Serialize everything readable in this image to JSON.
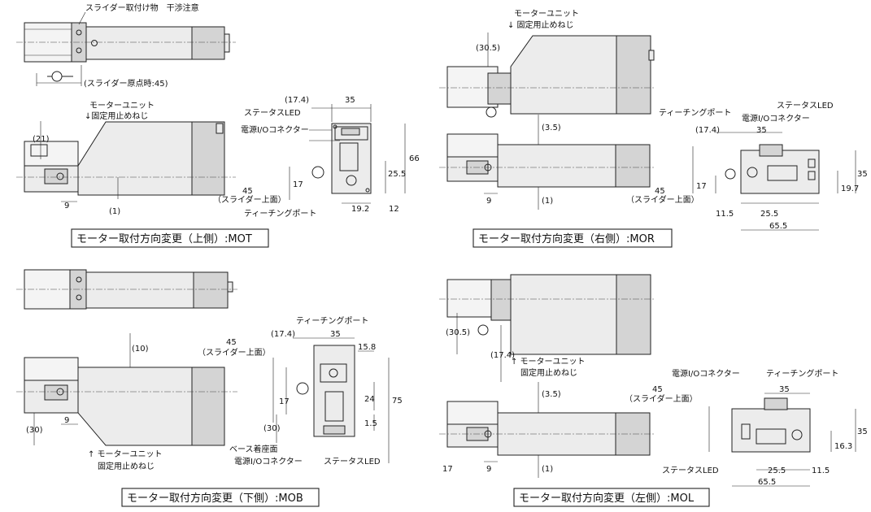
{
  "views": [
    {
      "id": "mot",
      "title": "モーター取付方向変更（上側）:MOT",
      "notes": [
        "スライダー取付け物　干渉注意",
        "(スライダー原点時:45)",
        "モーターユニット",
        "↓固定用止めねじ",
        "ステータスLED",
        "電源I/Oコネクター",
        "ティーチングポート",
        "45",
        "（スライダー上面）"
      ],
      "dims": [
        "(17.4)",
        "35",
        "66",
        "25.5",
        "17",
        "(21)",
        "9",
        "(1)",
        "19.2",
        "12"
      ]
    },
    {
      "id": "mor",
      "title": "モーター取付方向変更（右側）:MOR",
      "notes": [
        "モーターユニット",
        "↓ 固定用止めねじ",
        "ティーチングポート",
        "電源I/Oコネクター",
        "ステータスLED",
        "45",
        "（スライダー上面）"
      ],
      "dims": [
        "(30.5)",
        "(3.5)",
        "(17.4)",
        "35",
        "17",
        "9",
        "(1)",
        "11.5",
        "25.5",
        "65.5",
        "19.7",
        "35"
      ]
    },
    {
      "id": "mob",
      "title": "モーター取付方向変更（下側）:MOB",
      "notes": [
        "ティーチングポート",
        "45",
        "（スライダー上面）",
        "ベース着座面",
        "電源I/Oコネクター",
        "ステータスLED",
        "↑ モーターユニット",
        "固定用止めねじ"
      ],
      "dims": [
        "(17.4)",
        "35",
        "15.8",
        "(10)",
        "17",
        "(30)",
        "24",
        "1.5",
        "75",
        "(30)",
        "9"
      ]
    },
    {
      "id": "mol",
      "title": "モーター取付方向変更（左側）:MOL",
      "notes": [
        "↑ モーターユニット",
        "固定用止めねじ",
        "電源I/Oコネクター",
        "ティーチングポート",
        "45",
        "（スライダー上面）",
        "ステータスLED"
      ],
      "dims": [
        "(30.5)",
        "(17.4)",
        "(3.5)",
        "35",
        "16.3",
        "35",
        "17",
        "9",
        "(1)",
        "25.5",
        "11.5",
        "65.5"
      ]
    }
  ]
}
